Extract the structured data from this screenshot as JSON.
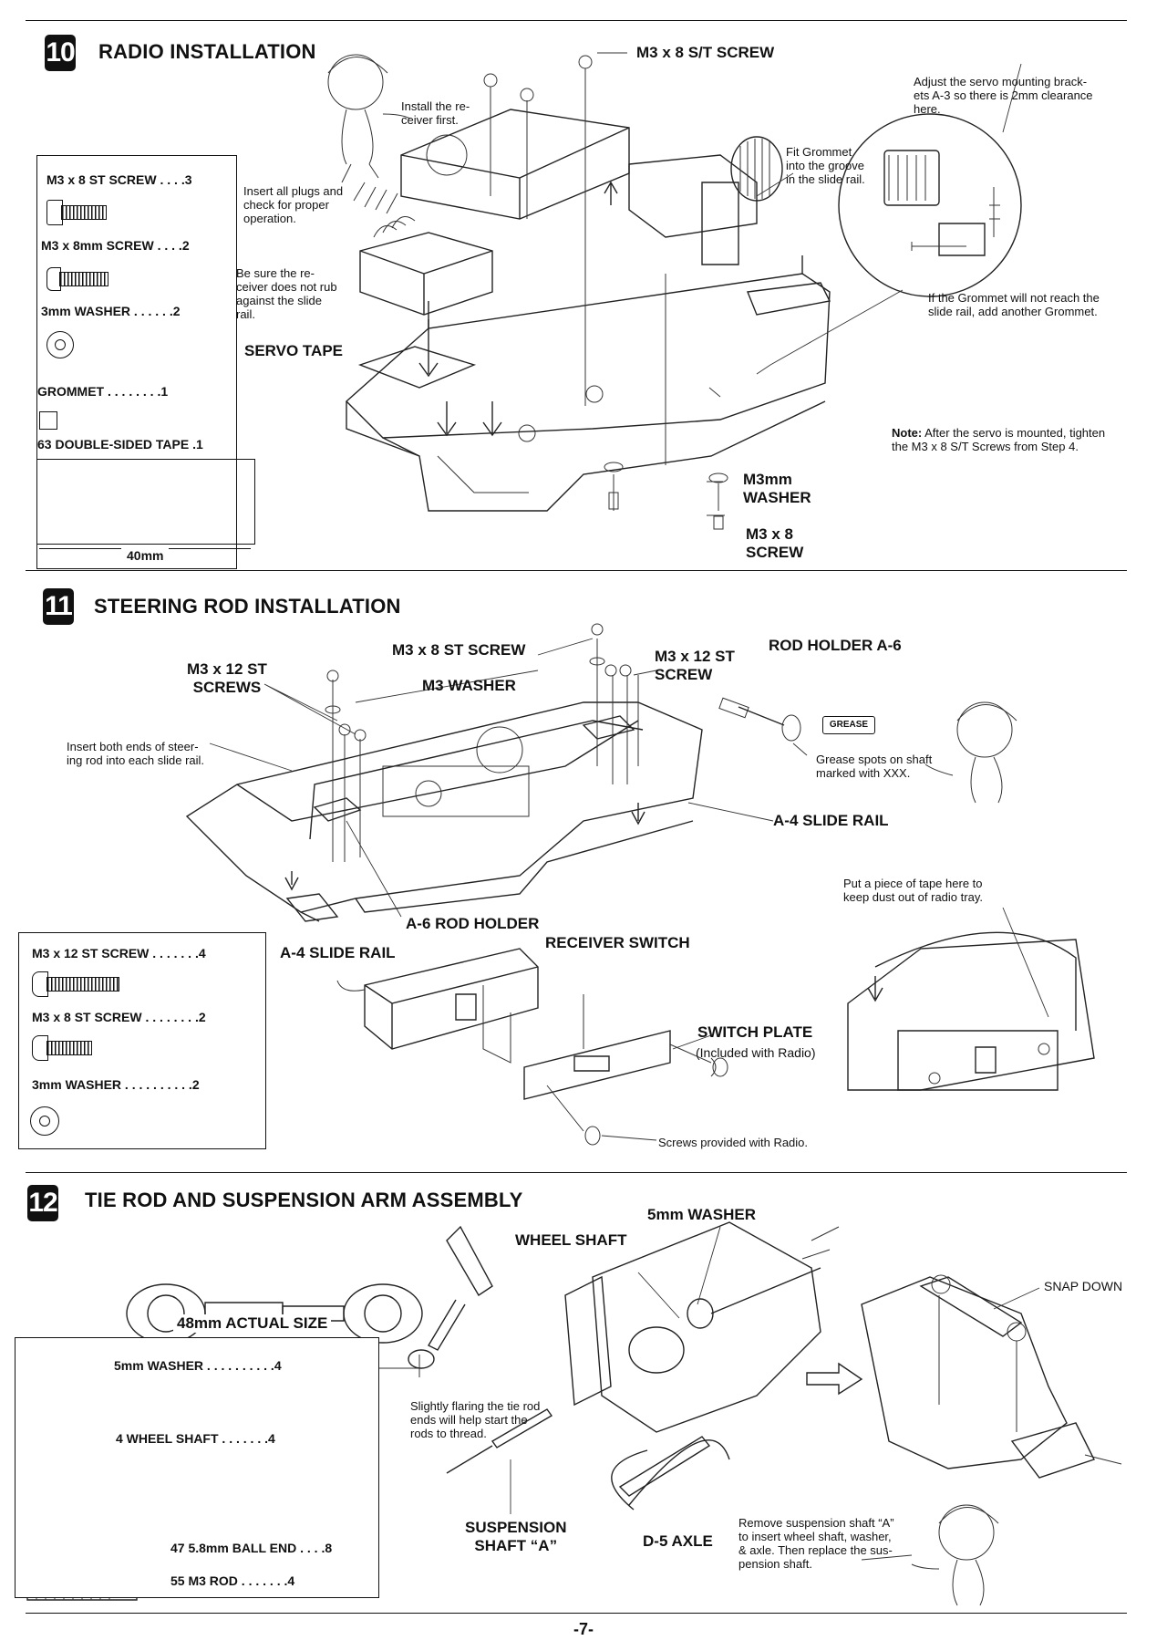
{
  "page_number": "-7-",
  "step10": {
    "number": "10",
    "title": "RADIO INSTALLATION",
    "parts": [
      {
        "name": "M3 x 8 ST SCREW",
        "dots": " . . . .",
        "qty": "3"
      },
      {
        "name": "M3 x 8mm SCREW",
        "dots": " . . . .",
        "qty": "2"
      },
      {
        "name": "3mm WASHER",
        "dots": " . . . . . .",
        "qty": "2"
      },
      {
        "name": "GROMMET",
        "dots": " . . . . . . . .",
        "qty": "1"
      },
      {
        "name": "63 DOUBLE-SIDED TAPE",
        "dots": " .",
        "qty": "1"
      }
    ],
    "tape_dim": "40mm",
    "labels": {
      "st_screw": "M3 x 8 S/T SCREW",
      "install_receiver": "Install the re-\nceiver first.",
      "insert_plugs": "Insert all plugs and\ncheck for proper\noperation.",
      "be_sure": "Be sure the re-\nceiver does not rub\nagainst the slide\nrail.",
      "servo_tape": "SERVO TAPE",
      "fit_grommet": "Fit Grommet\ninto the groove\nin the slide rail.",
      "adjust": "Adjust the servo mounting brack-\nets A-3 so there is 2mm clearance\nhere.",
      "grommet_note": "If the Grommet will not reach the\nslide rail, add another Grommet.",
      "note_bold": "Note:",
      "note_text": " After the servo is mounted, tighten\nthe M3 x 8 S/T Screws from Step 4.",
      "m3_washer": "M3mm\nWASHER",
      "m3_screw": "M3 x 8\nSCREW"
    }
  },
  "step11": {
    "number": "11",
    "title": "STEERING ROD INSTALLATION",
    "parts": [
      {
        "name": "M3 x 12 ST SCREW",
        "dots": " . . . . . . .",
        "qty": "4"
      },
      {
        "name": "M3 x 8 ST SCREW",
        "dots": " . . . . . . . .",
        "qty": "2"
      },
      {
        "name": "3mm WASHER",
        "dots": " . . . . . . . . . .",
        "qty": "2"
      }
    ],
    "labels": {
      "m3x8_st": "M3 x 8 ST SCREW",
      "m3x12_st_screw": "M3 x 12 ST\nSCREW",
      "rod_holder": "ROD HOLDER A-6",
      "m3x12_screws": "M3 x 12 ST\nSCREWS",
      "m3_washer": "M3 WASHER",
      "insert_both": "Insert both ends of steer-\ning rod into each slide rail.",
      "grease": "GREASE",
      "grease_spots": "Grease spots on shaft\nmarked with XXX.",
      "slide_rail_a4": "A-4 SLIDE RAIL",
      "put_tape": "Put a piece of tape here to\nkeep dust out of radio tray.",
      "a6_holder": "A-6 ROD HOLDER",
      "receiver_switch": "RECEIVER SWITCH",
      "a4_slide_rail": "A-4 SLIDE RAIL",
      "switch_plate": "SWITCH PLATE",
      "included": "(Included with Radio)",
      "screws_provided": "Screws provided with Radio."
    }
  },
  "step12": {
    "number": "12",
    "title": "TIE ROD AND SUSPENSION ARM ASSEMBLY",
    "actual_size": "48mm ACTUAL SIZE",
    "parts": [
      {
        "name": "5mm WASHER",
        "dots": " . . . . . . . . . .",
        "qty": "4"
      },
      {
        "name": "4 WHEEL  SHAFT",
        "dots": " . . . . . . .",
        "qty": "4"
      },
      {
        "name": "47 5.8mm BALL END",
        "dots": " . . . .",
        "qty": "8"
      },
      {
        "name": "55 M3  ROD",
        "dots": " . . . . . . .",
        "qty": "4"
      }
    ],
    "labels": {
      "washer_5mm": "5mm WASHER",
      "wheel_shaft": "WHEEL SHAFT",
      "snap_down": "SNAP DOWN",
      "flaring": "Slightly flaring the tie rod\nends will help start the\nrods to thread.",
      "suspension_shaft": "SUSPENSION\nSHAFT “A”",
      "d5_axle": "D-5 AXLE",
      "remove": "Remove suspension shaft “A”\nto insert wheel shaft, washer,\n& axle. Then replace the sus-\npension shaft."
    }
  }
}
